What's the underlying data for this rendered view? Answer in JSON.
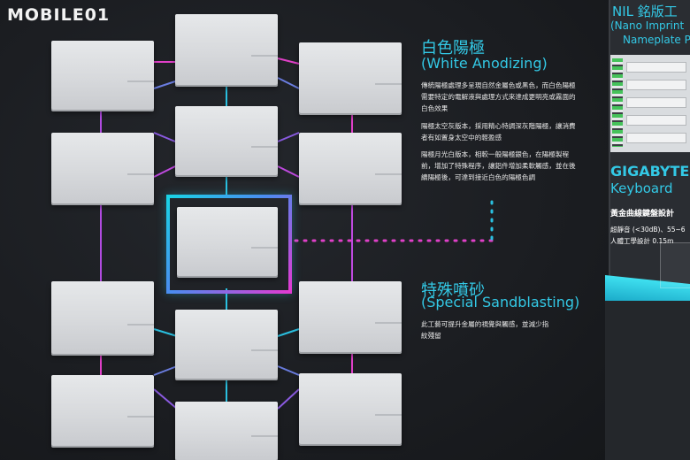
{
  "watermark": {
    "text": "MOBILE01"
  },
  "sections": {
    "white_anodizing": {
      "title_zh": "白色陽極",
      "title_en": "(White Anodizing)",
      "paragraphs": [
        "傳統陽極處理多呈現自然金屬色或黑色，而白色陽極需要特定的電解液與處理方式來達成更明亮或霧面的白色效果",
        "陽極太空灰版本，採用精心特調深灰階陽極，讓消費者有如置身太空中的輕盈感",
        "陽極月光白版本，相較一般陽極銀色，在陽極製程前，增加了特殊程序，讓鋁件增加柔軟觸感，並在後續陽極後，可達到接近白色的陽極色調"
      ]
    },
    "special_sandblasting": {
      "title_zh": "特殊噴砂",
      "title_en": "(Special Sandblasting)",
      "paragraphs": [
        "此工藝可提升金屬的視覺與觸感，並減少指紋殘留"
      ]
    }
  },
  "right_panel": {
    "nil_title": "NIL 銘版工",
    "nil_sub1": "(Nano Imprint",
    "nil_sub2": "Nameplate P",
    "brand": "GIGABYTE",
    "keyboard": "Keyboard",
    "kb_heading": "黃金曲線鍵盤設計",
    "kb_line1": "超靜音 (<30dB)、55~6",
    "kb_line2": "人體工學設計 0.15m"
  },
  "colors": {
    "accent_cyan": "#33c9e6",
    "accent_magenta": "#e23ad2",
    "wall": "#1b1d21"
  }
}
